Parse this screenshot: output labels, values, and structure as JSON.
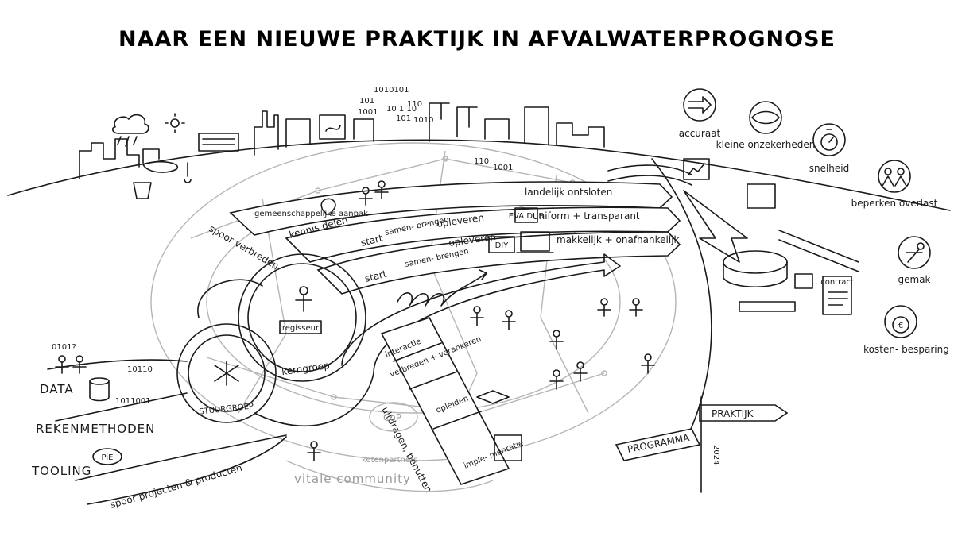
{
  "title": "NAAR EEN NIEUWE PRAKTIJK IN AFVALWATERPROGNOSE",
  "city": {
    "binary": [
      "1010101",
      "101",
      "1001",
      "10 1 10",
      "110",
      "101",
      "1010",
      "110",
      "1001"
    ]
  },
  "benefits": [
    {
      "label": "accuraat",
      "icon": "pipe-plug-icon"
    },
    {
      "label": "kleine onzekerheden",
      "icon": "leaf-shape-icon"
    },
    {
      "label": "snelheid",
      "icon": "stopwatch-icon"
    },
    {
      "label": "beperken overlast",
      "icon": "people-group-icon"
    },
    {
      "label": "gemak",
      "icon": "person-relaxing-icon"
    },
    {
      "label": "kosten- besparing",
      "icon": "money-bag-icon"
    }
  ],
  "inputs": {
    "data": "DATA",
    "rekenmethoden": "REKENMETHODEN",
    "tooling": "TOOLING",
    "data_bits": "10110",
    "reken_bits": "1011001",
    "tooling_tag": "PiE",
    "question_bits": "0101?"
  },
  "gears": {
    "stuurgroep": "STUURGROEP",
    "kerngroep": "kerngroep",
    "regisseur": "regisseur"
  },
  "bands": {
    "spoor_verbreden": "spoor verbreden",
    "spoor_projecten": "spoor projecten & producten",
    "band1": {
      "cells": [
        "gemeenschappelijke aanpak",
        "kennis delen"
      ]
    },
    "band2": {
      "cells": [
        "start",
        "samen- brengen",
        "opleveren"
      ]
    },
    "band3": {
      "cells": [
        "start",
        "samen- brengen",
        "opleveren"
      ]
    }
  },
  "outcomes": {
    "landelijk": "landelijk ontsloten",
    "uniform": "uniform + transparant",
    "makkelijk": "makkelijk + onafhankelijk",
    "diy": "DIY",
    "tag": "EVA DUB"
  },
  "ladder": {
    "interactie": "interactie",
    "verbreden": "verbreden + verankeren",
    "opleiden": "opleiden",
    "implementatie": "imple- mentatie",
    "side": "uitdragen, benutten"
  },
  "community": {
    "cop": "CoP",
    "ketenpartners": "ketenpartners",
    "vitale": "vitale community"
  },
  "programma": {
    "programma": "PROGRAMMA",
    "praktijk": "PRAKTIJK",
    "year": "2024"
  },
  "plant": {
    "contract": "contract"
  }
}
